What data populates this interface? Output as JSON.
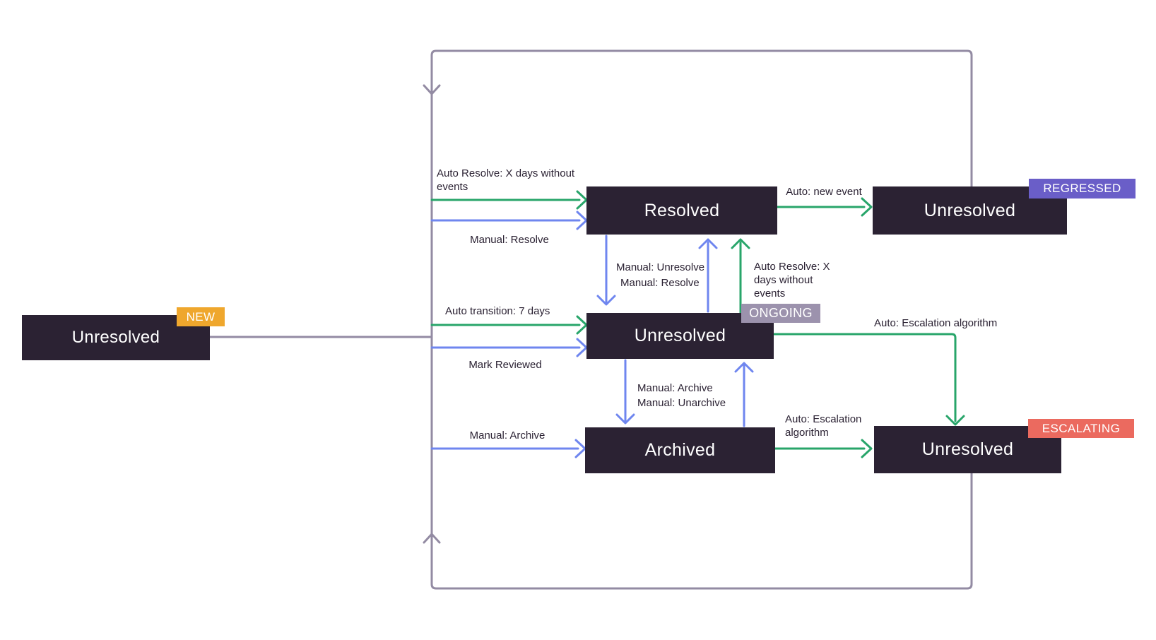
{
  "colors": {
    "bg": "#ffffff",
    "box": "#2b2233",
    "box-text": "#ffffff",
    "green": "#28a56a",
    "blue": "#6f86ef",
    "loop": "#938ba3",
    "label": "#2b2233",
    "badge-new": "#efa72d",
    "badge-ongoing": "#9c92ad",
    "badge-regressed": "#6a5ec8",
    "badge-escalating": "#eb6a5f",
    "badge-text": "#ffffff"
  },
  "states": {
    "new": {
      "label": "Unresolved",
      "badge": "NEW"
    },
    "resolved": {
      "label": "Resolved"
    },
    "ongoing": {
      "label": "Unresolved",
      "badge": "ONGOING"
    },
    "archived": {
      "label": "Archived"
    },
    "regressed": {
      "label": "Unresolved",
      "badge": "REGRESSED"
    },
    "escalating": {
      "label": "Unresolved",
      "badge": "ESCALATING"
    }
  },
  "transitions": [
    {
      "from": "new",
      "to": "resolved",
      "kind": "auto",
      "label": "Auto Resolve: X days without events"
    },
    {
      "from": "new",
      "to": "resolved",
      "kind": "manual",
      "label": "Manual: Resolve"
    },
    {
      "from": "resolved",
      "to": "ongoing",
      "kind": "manual",
      "label": "Manual: Unresolve"
    },
    {
      "from": "ongoing",
      "to": "resolved",
      "kind": "manual",
      "label": "Manual: Resolve"
    },
    {
      "from": "ongoing",
      "to": "resolved",
      "kind": "auto",
      "label": "Auto Resolve: X days without events"
    },
    {
      "from": "resolved",
      "to": "regressed",
      "kind": "auto",
      "label": "Auto: new event"
    },
    {
      "from": "new",
      "to": "ongoing",
      "kind": "auto",
      "label": "Auto transition: 7 days"
    },
    {
      "from": "new",
      "to": "ongoing",
      "kind": "manual",
      "label": "Mark Reviewed"
    },
    {
      "from": "ongoing",
      "to": "escalating",
      "kind": "auto",
      "label": "Auto: Escalation algorithm"
    },
    {
      "from": "ongoing",
      "to": "archived",
      "kind": "manual",
      "label": "Manual: Archive"
    },
    {
      "from": "archived",
      "to": "ongoing",
      "kind": "manual",
      "label": "Manual: Unarchive"
    },
    {
      "from": "new",
      "to": "archived",
      "kind": "manual",
      "label": "Manual: Archive"
    },
    {
      "from": "archived",
      "to": "escalating",
      "kind": "auto",
      "label": "Auto: Escalation algorithm"
    }
  ]
}
